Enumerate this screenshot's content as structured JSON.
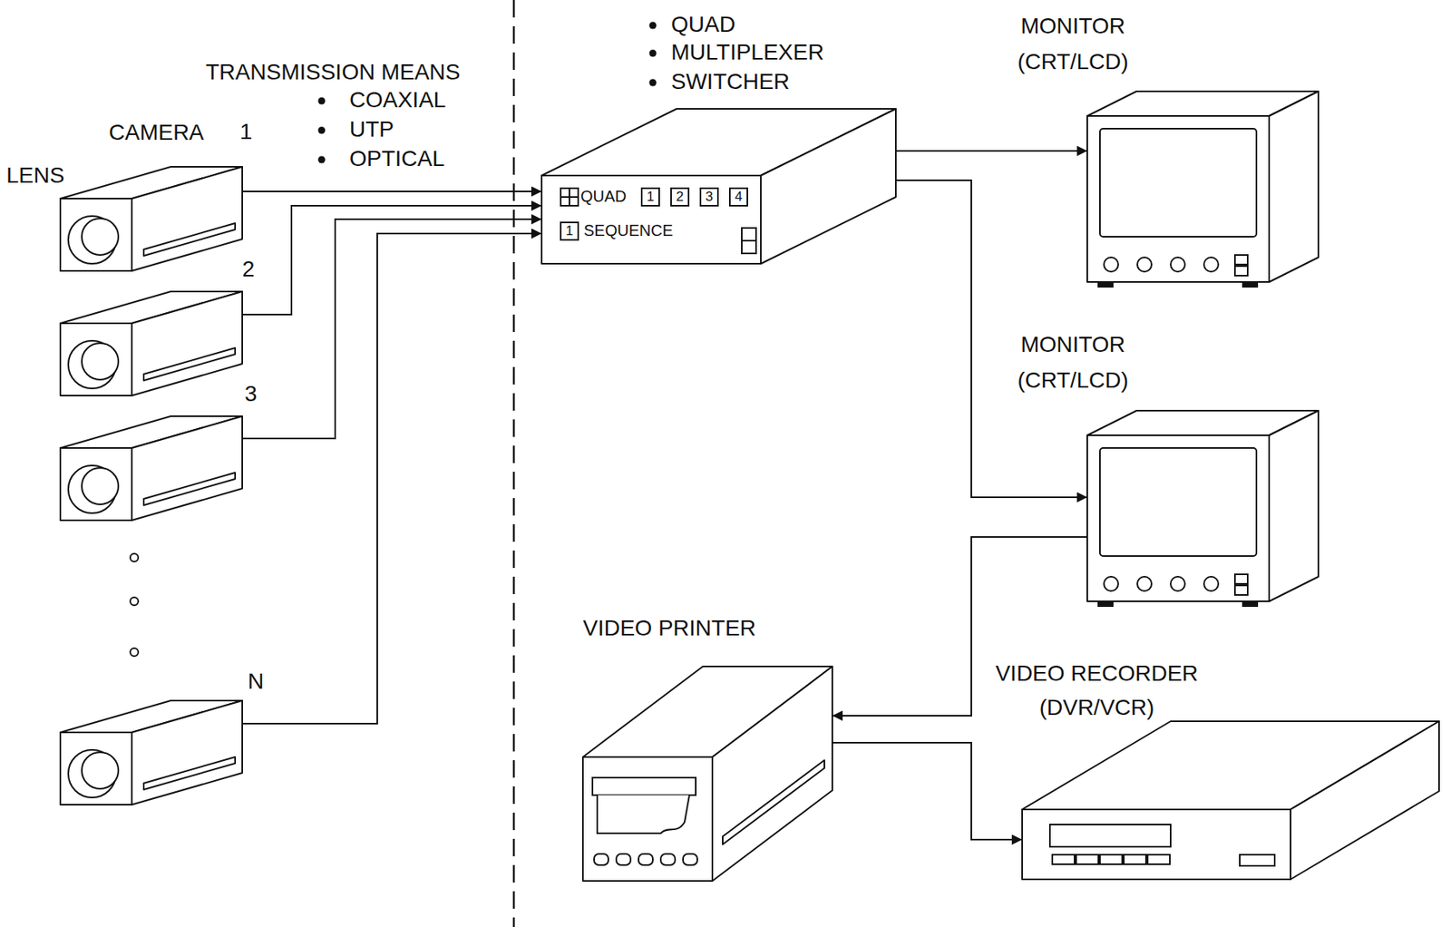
{
  "diagram": {
    "nodes": [
      {
        "text": [
          "1"
        ]
      },
      {
        "text": [
          "2"
        ]
      },
      {
        "text": [
          "3"
        ]
      },
      {
        "text": [
          "N"
        ]
      },
      {
        "text": [
          "QUAD",
          "MULTIPLEXER",
          "SWITCHER",
          "QUAD",
          "1",
          "2",
          "3",
          "4",
          "1",
          "SEQUENCE"
        ]
      },
      {
        "text": [
          "MONITOR (CRT/LCD)"
        ]
      },
      {
        "text": [
          "MONITOR (CRT/LCD)"
        ]
      },
      {
        "text": [
          "VIDEO PRINTER"
        ]
      },
      {
        "text": [
          "VIDEO RECORDER (DVR/VCR)"
        ]
      }
    ],
    "edges": [
      {
        "from": 0,
        "to": 4,
        "arrow": "to"
      },
      {
        "from": 1,
        "to": 4,
        "arrow": "to"
      },
      {
        "from": 2,
        "to": 4,
        "arrow": "to"
      },
      {
        "from": 3,
        "to": 4,
        "arrow": "to"
      },
      {
        "from": 4,
        "to": 5,
        "arrow": "to"
      },
      {
        "from": 4,
        "to": 6,
        "arrow": "to"
      },
      {
        "from": 6,
        "to": 7,
        "arrow": "to"
      },
      {
        "from": 7,
        "to": 8,
        "arrow": "to"
      }
    ],
    "labels": [
      "TRANSMISSION MEANS",
      "COAXIAL",
      "UTP",
      "OPTICAL",
      "CAMERA",
      "LENS"
    ]
  }
}
